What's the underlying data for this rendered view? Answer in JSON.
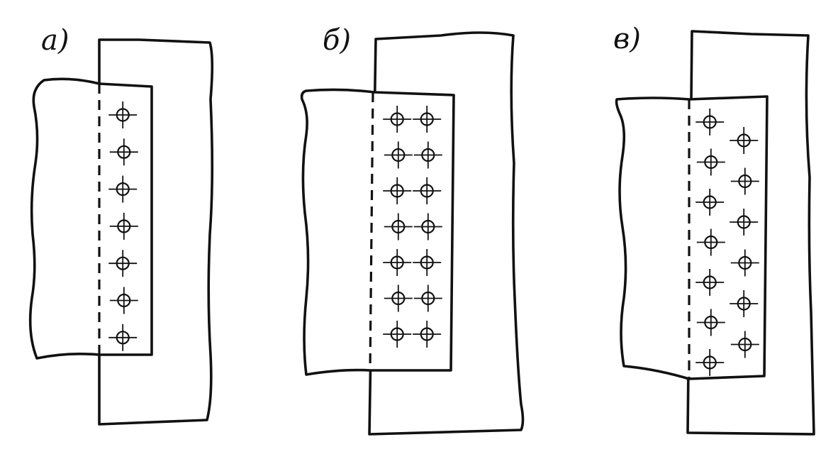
{
  "panels": [
    {
      "label": "а)",
      "rivet_columns": 1,
      "rivets_per_column": [
        7
      ],
      "arrangement": "single-row"
    },
    {
      "label": "б)",
      "rivet_columns": 2,
      "rivets_per_column": [
        7,
        7
      ],
      "arrangement": "parallel"
    },
    {
      "label": "в)",
      "rivet_columns": 2,
      "rivets_per_column": [
        7,
        6
      ],
      "arrangement": "staggered"
    }
  ],
  "colors": {
    "line": "#111111",
    "background": "#ffffff"
  }
}
